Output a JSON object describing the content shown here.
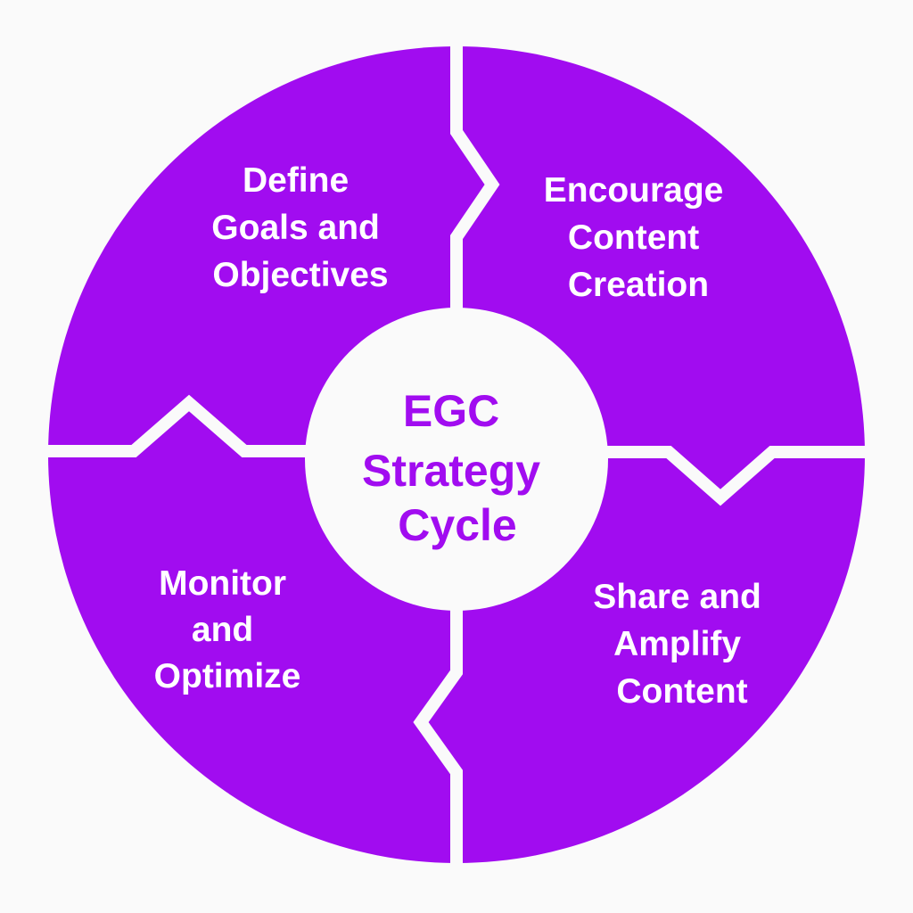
{
  "colors": {
    "segment": "#a10cf0",
    "divider": "#fafafa",
    "center_fill": "#fafafa",
    "center_text": "#a10cf0",
    "segment_text": "#ffffff"
  },
  "center": {
    "lines": [
      "EGC",
      "Strategy",
      "Cycle"
    ]
  },
  "segments": [
    {
      "lines": [
        "Define",
        "Goals and",
        "Objectives"
      ]
    },
    {
      "lines": [
        "Encourage",
        "Content",
        "Creation"
      ]
    },
    {
      "lines": [
        "Share and",
        "Amplify",
        "Content"
      ]
    },
    {
      "lines": [
        "Monitor",
        "and",
        "Optimize"
      ]
    }
  ]
}
